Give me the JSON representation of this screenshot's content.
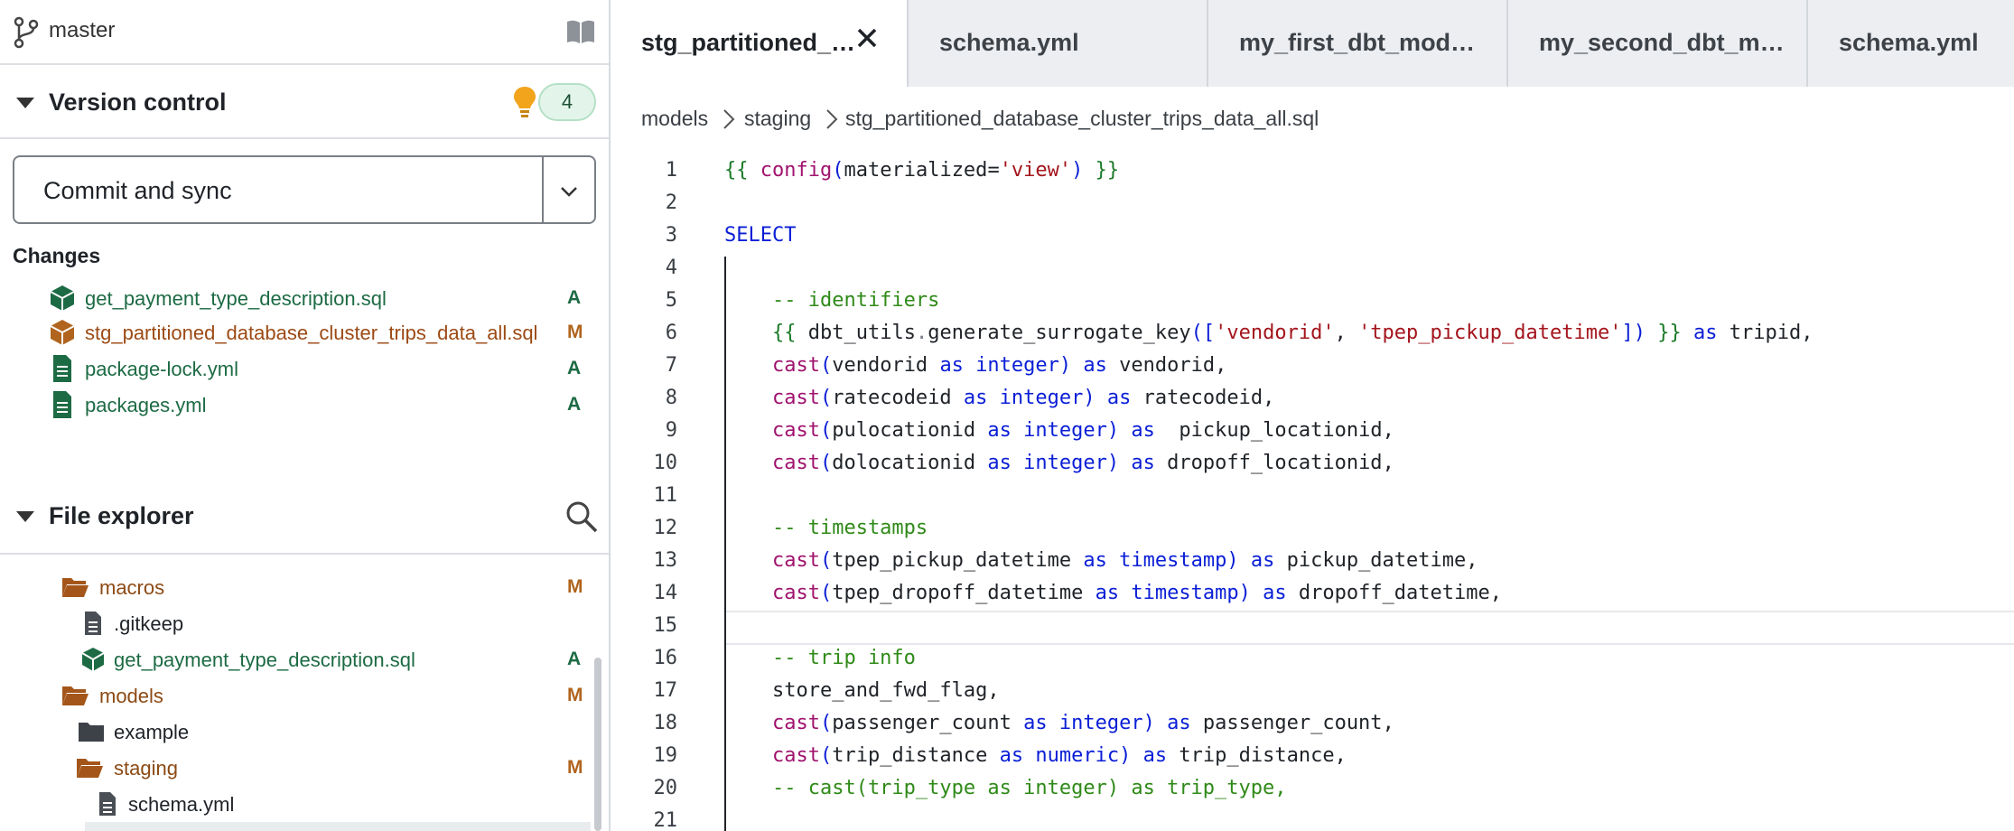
{
  "sidebar": {
    "branch": "master",
    "version_control": {
      "title": "Version control",
      "count": "4",
      "commit_label": "Commit and sync",
      "changes_label": "Changes",
      "changes": [
        {
          "name": "get_payment_type_description.sql",
          "status": "A",
          "icon": "model-cube-icon"
        },
        {
          "name": "stg_partitioned_database_cluster_trips_data_all.sql",
          "status": "M",
          "icon": "model-cube-icon"
        },
        {
          "name": "package-lock.yml",
          "status": "A",
          "icon": "file-icon"
        },
        {
          "name": "packages.yml",
          "status": "A",
          "icon": "file-icon"
        }
      ]
    },
    "file_explorer": {
      "title": "File explorer",
      "tree": [
        {
          "name": "macros",
          "status": "M",
          "icon": "folder-open-icon"
        },
        {
          "name": ".gitkeep",
          "status": "",
          "icon": "file-icon"
        },
        {
          "name": "get_payment_type_description.sql",
          "status": "A",
          "icon": "model-cube-icon"
        },
        {
          "name": "models",
          "status": "M",
          "icon": "folder-open-icon"
        },
        {
          "name": "example",
          "status": "",
          "icon": "folder-closed-icon"
        },
        {
          "name": "staging",
          "status": "M",
          "icon": "folder-open-icon"
        },
        {
          "name": "schema.yml",
          "status": "",
          "icon": "file-icon"
        }
      ]
    }
  },
  "editor": {
    "tabs": [
      {
        "label": "stg_partitioned_…",
        "active": true
      },
      {
        "label": "schema.yml"
      },
      {
        "label": "my_first_dbt_mod…"
      },
      {
        "label": "my_second_dbt_m…"
      },
      {
        "label": "schema.yml"
      }
    ],
    "breadcrumb": [
      "models",
      "staging",
      "stg_partitioned_database_cluster_trips_data_all.sql"
    ],
    "current_line": 15,
    "lines": [
      "{{ config(materialized='view') }}",
      "",
      "SELECT",
      "",
      "    -- identifiers",
      "    {{ dbt_utils.generate_surrogate_key(['vendorid', 'tpep_pickup_datetime']) }} as tripid,",
      "    cast(vendorid as integer) as vendorid,",
      "    cast(ratecodeid as integer) as ratecodeid,",
      "    cast(pulocationid as integer) as  pickup_locationid,",
      "    cast(dolocationid as integer) as dropoff_locationid,",
      "",
      "    -- timestamps",
      "    cast(tpep_pickup_datetime as timestamp) as pickup_datetime,",
      "    cast(tpep_dropoff_datetime as timestamp) as dropoff_datetime,",
      "",
      "    -- trip info",
      "    store_and_fwd_flag,",
      "    cast(passenger_count as integer) as passenger_count,",
      "    cast(trip_distance as numeric) as trip_distance,",
      "    -- cast(trip_type as integer) as trip_type,",
      ""
    ]
  },
  "colors": {
    "added": "#1d6b44",
    "modified": "#b0641d",
    "keyword": "#0a1ed6",
    "function": "#a0136e",
    "string": "#a3141b",
    "comment": "#2f8a18"
  }
}
